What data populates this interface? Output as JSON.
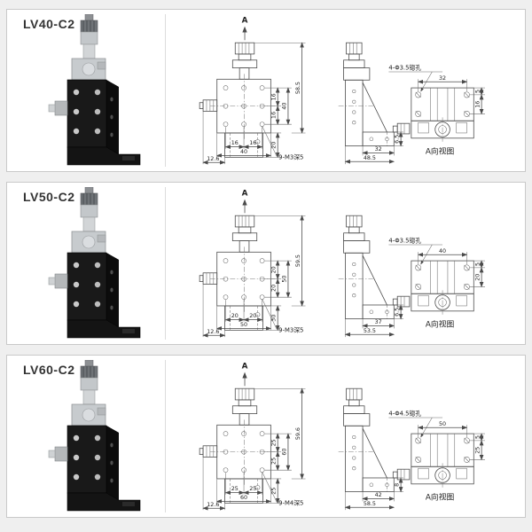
{
  "page": {
    "background": "#efefef",
    "panel_background": "#ffffff",
    "panel_border": "#c9c9c9",
    "line_color": "#4a4a4a",
    "body_black": "#181818",
    "metal_silver": "#c3c7ca"
  },
  "rows": [
    {
      "title": "LV40-C2",
      "view_marker": "A",
      "front": {
        "total_height": "58.5",
        "pitch_top": "16",
        "pitch_bottom": "16",
        "pitch_total": "40",
        "below_square": "20",
        "bottom_pitch_left": "16",
        "bottom_pitch_right": "16",
        "bottom_total": "40",
        "left_offset": "12.6",
        "thread_note": "9-M3深5"
      },
      "side": {
        "inner_width": "32",
        "total_width": "48.5",
        "base_height": "6.5"
      },
      "aview": {
        "hole_note": "4-Φ3.5锪孔",
        "width": "32",
        "edge_margin": "5",
        "hole_pitch": "16",
        "caption": "A向视图"
      }
    },
    {
      "title": "LV50-C2",
      "view_marker": "A",
      "front": {
        "total_height": "59.5",
        "pitch_top": "20",
        "pitch_bottom": "20",
        "pitch_total": "50",
        "below_square": "30",
        "bottom_pitch_left": "20",
        "bottom_pitch_right": "20",
        "bottom_total": "50",
        "left_offset": "12.6",
        "thread_note": "9-M3深5"
      },
      "side": {
        "inner_width": "37",
        "total_width": "53.5",
        "base_height": "6.5"
      },
      "aview": {
        "hole_note": "4-Φ3.5锪孔",
        "width": "40",
        "edge_margin": "5",
        "hole_pitch": "20",
        "caption": "A向视图"
      }
    },
    {
      "title": "LV60-C2",
      "view_marker": "A",
      "front": {
        "total_height": "59.6",
        "pitch_top": "25",
        "pitch_bottom": "25",
        "pitch_total": "60",
        "below_square": "25",
        "bottom_pitch_left": "25",
        "bottom_pitch_right": "25",
        "bottom_total": "60",
        "left_offset": "12.6",
        "thread_note": "9-M4深5"
      },
      "side": {
        "inner_width": "42",
        "total_width": "58.5",
        "base_height": "8"
      },
      "aview": {
        "hole_note": "4-Φ4.5锪孔",
        "width": "50",
        "edge_margin": "5",
        "hole_pitch": "25",
        "caption": "A向视图"
      }
    }
  ]
}
